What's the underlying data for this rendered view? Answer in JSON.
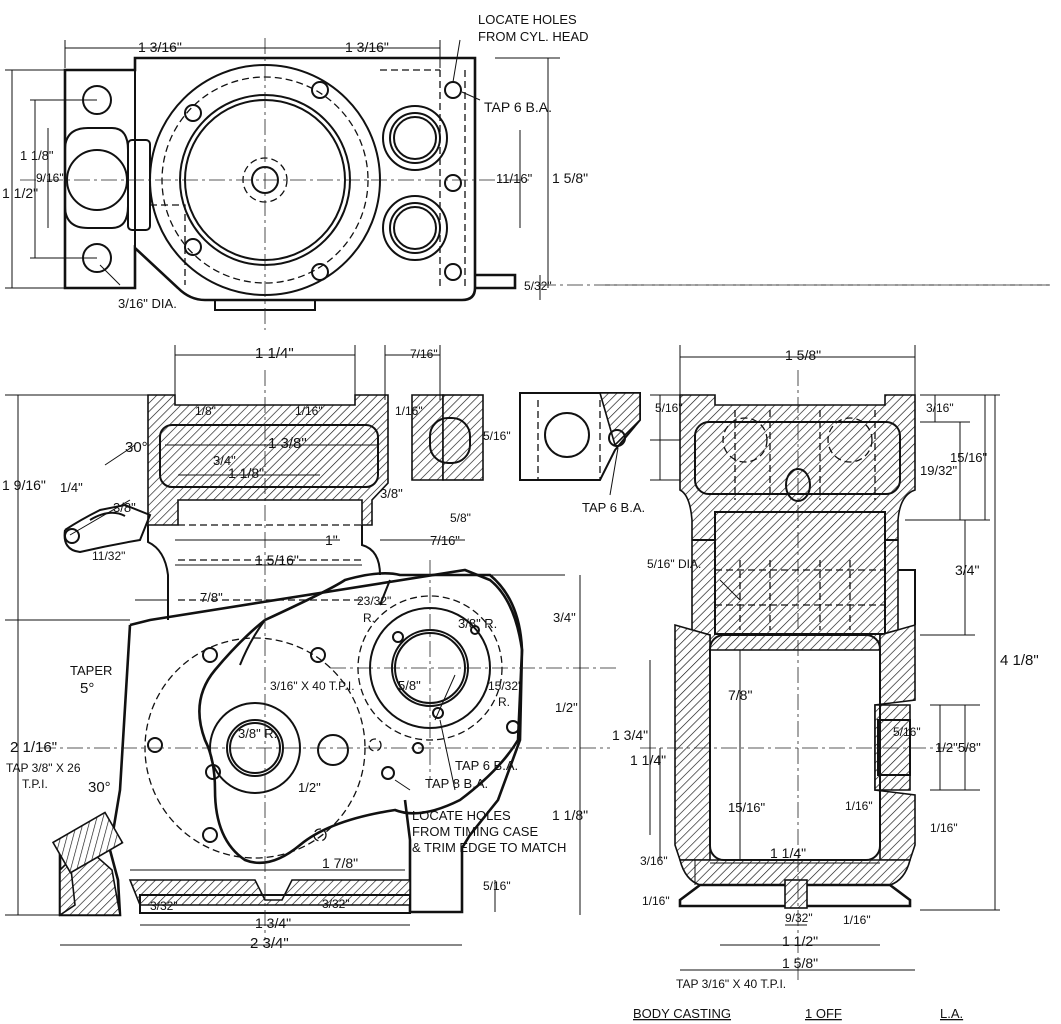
{
  "title_block": {
    "part": "BODY CASTING",
    "quantity": "1 OFF",
    "initials": "L.A."
  },
  "notes": {
    "locate_holes_cyl_head_1": "LOCATE HOLES",
    "locate_holes_cyl_head_2": "FROM CYL. HEAD",
    "tap_6ba_top": "TAP 6 B.A.",
    "dia_3_16": "3/16\" DIA.",
    "tap_6ba_mid": "TAP 6 B.A.",
    "dia_5_16": "5/16\" DIA.",
    "taper": "TAPER",
    "taper_angle": "5°",
    "tap_3_8": "TAP 3/8\" X 26",
    "tpi": "T.P.I.",
    "angle_30_lower": "30°",
    "angle_30_upper": "30°",
    "tap_3_16_40_front": "3/16\" X 40 T.P.I.",
    "tap_6ba_front": "TAP 6 B.A.",
    "tap_8ba_front": "TAP 8 B.A.",
    "locate_timing_1": "LOCATE HOLES",
    "locate_timing_2": "FROM TIMING CASE",
    "locate_timing_3": "& TRIM EDGE TO MATCH",
    "tap_3_16_40_side": "TAP 3/16\" X 40 T.P.I.",
    "radius_3_8_a": "3/8\" R.",
    "radius_3_8_b": "3/8\" R.",
    "radius_23_32": "23/32\"",
    "radius_23_32_r": "R.",
    "radius_15_32": "15/32\"",
    "radius_15_32_r": "R."
  },
  "plan_dims": {
    "w_left": "1 3/16\"",
    "w_right": "1 3/16\"",
    "h_total": "1 1/2\"",
    "h_inner": "1 1/8\"",
    "h_slot": "9/16\"",
    "h_ports": "11/16\"",
    "h_right": "1 5/8\"",
    "lug": "5/32\""
  },
  "front_dims": {
    "bore_w": "1 1/4\"",
    "port_w": "7/16\"",
    "d_1_8": "1/8\"",
    "d_1_16_a": "1/16\"",
    "d_1_16_b": "1/16\"",
    "d_1_3_8": "1 3/8\"",
    "d_3_4": "3/4\"",
    "d_1_1_8": "1 1/8\"",
    "d_1_4": "1/4\"",
    "d_3_8": "3/8\"",
    "d_11_32": "11/32\"",
    "d_3_8_b": "3/8\"",
    "d_5_8": "5/8\"",
    "d_1": "1\"",
    "d_7_16": "7/16\"",
    "d_1_5_16": "1 5/16\"",
    "d_7_8": "7/8\"",
    "d_1_9_16": "1 9/16\"",
    "d_2_1_16": "2 1/16\"",
    "d_3_4_b": "3/4\"",
    "d_5_8_b": "5/8\"",
    "d_1_2": "1/2\"",
    "d_1_1_4_side": "1 3/4\"",
    "d_1_1_4": "1 1/4\"",
    "d_1_1_8_b": "1 1/8\"",
    "d_1_2_b": "1/2\"",
    "d_1_7_8": "1 7/8\"",
    "d_3_32_a": "3/32\"",
    "d_3_32_b": "3/32\"",
    "d_5_16": "5/16\"",
    "d_1_3_4": "1 3/4\"",
    "d_2_3_4": "2 3/4\"",
    "d_5_16_port_a": "5/16\"",
    "d_5_16_port_b": "5/16\""
  },
  "side_dims": {
    "width": "1 5/8\"",
    "d_3_16": "3/16\"",
    "d_15_16": "15/16\"",
    "d_19_32": "19/32\"",
    "d_3_4": "3/4\"",
    "d_4_1_8": "4 1/8\"",
    "d_7_8": "7/8\"",
    "d_1_1_4": "1 1/4\"",
    "d_15_16_b": "15/16\"",
    "d_5_16": "5/16\"",
    "d_1_2": "1/2\"",
    "d_5_8": "5/8\"",
    "d_1_16_a": "1/16\"",
    "d_1_16_b": "1/16\"",
    "d_1_16_c": "1/16\"",
    "d_1_16_d": "1/16\"",
    "d_1_1_4_b": "1 1/4\"",
    "d_3_16_b": "3/16\"",
    "d_9_32": "9/32\"",
    "d_1_1_2": "1 1/2\"",
    "d_1_5_8_b": "1 5/8\""
  }
}
